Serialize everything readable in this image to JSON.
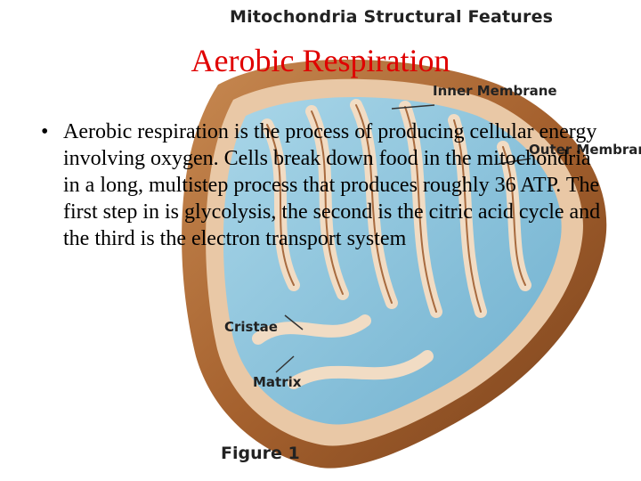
{
  "slide": {
    "title": "Aerobic Respiration",
    "bullet_symbol": "•",
    "bullet_text": "Aerobic respiration is the process of producing cellular energy involving oxygen. Cells break down food in the mitochondria in a long, multistep process that produces roughly 36 ATP. The first step in is glycolysis, the second is the citric acid cycle and the third is the electron transport system"
  },
  "figure": {
    "title": "Mitochondria Structural Features",
    "label_inner_membrane": "Inner Membrane",
    "label_outer_membrane": "Outer Membrane",
    "label_cristae": "Cristae",
    "label_matrix": "Matrix",
    "caption": "Figure 1"
  },
  "colors": {
    "title_red": "#e00000",
    "outer_membrane": "#b4733f",
    "inner_membrane": "#e9c8a6",
    "matrix_blue": "#8fc6dc"
  }
}
